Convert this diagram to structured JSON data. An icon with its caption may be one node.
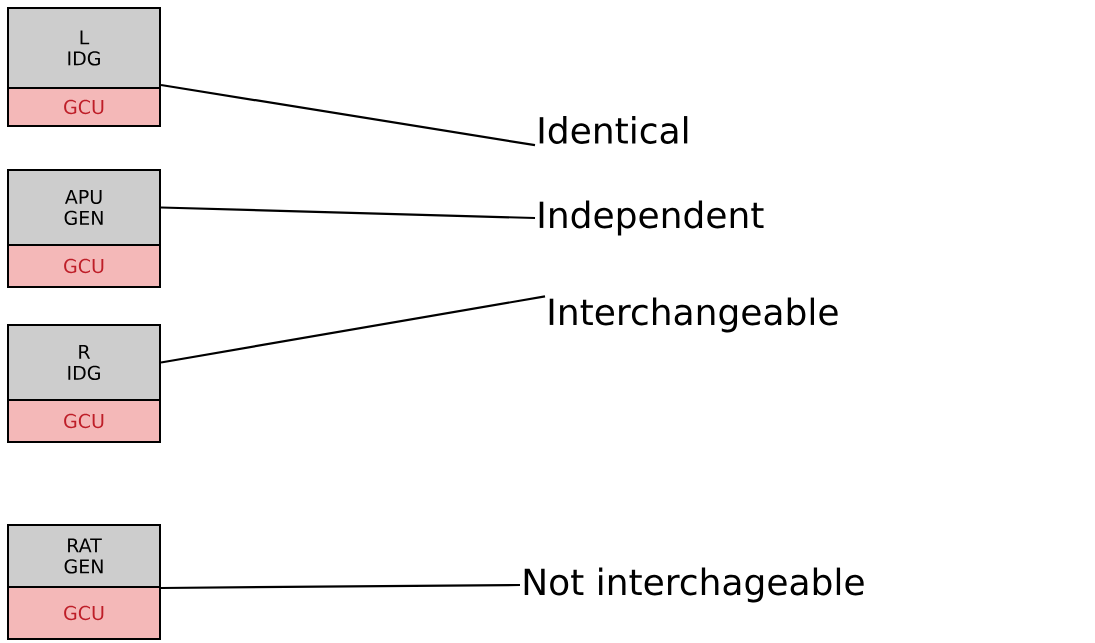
{
  "diagram": {
    "nodes": [
      {
        "text": [
          "L IDG"
        ]
      },
      {
        "text": [
          "GCU"
        ]
      },
      {
        "text": [
          "APU GEN"
        ]
      },
      {
        "text": [
          "GCU"
        ]
      },
      {
        "text": [
          "R IDG"
        ]
      },
      {
        "text": [
          "GCU"
        ]
      },
      {
        "text": [
          "RAT GEN"
        ]
      },
      {
        "text": [
          "GCU"
        ]
      },
      {
        "text": [
          "Identical"
        ]
      },
      {
        "text": [
          "Independent"
        ]
      },
      {
        "text": [
          "Interchangeable"
        ]
      },
      {
        "text": [
          "Not interchageable"
        ]
      }
    ],
    "edges": [
      {
        "from": 0,
        "to": 8,
        "arrow": "none"
      },
      {
        "from": 2,
        "to": 9,
        "arrow": "none"
      },
      {
        "from": 4,
        "to": 10,
        "arrow": "none"
      },
      {
        "from": 6,
        "to": 11,
        "arrow": "none"
      }
    ]
  }
}
